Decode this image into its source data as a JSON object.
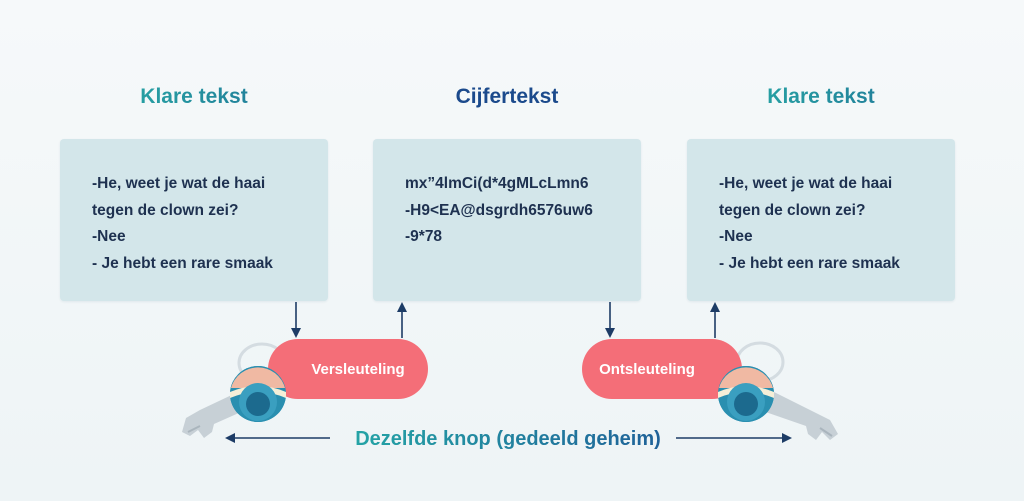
{
  "left": {
    "heading": "Klare tekst",
    "lines": [
      "-He, weet je wat de haai",
      "tegen de clown zei?",
      "-Nee",
      "- Je hebt een rare smaak"
    ]
  },
  "middle": {
    "heading": "Cijfertekst",
    "lines": [
      "mx”4lmCi(d*4gMLcLmn6",
      "-H9<EA@dsgrdh6576uw6",
      "-9*78"
    ]
  },
  "right": {
    "heading": "Klare tekst",
    "lines": [
      "-He, weet je wat de haai",
      "tegen de clown zei?",
      "-Nee",
      "- Je hebt een rare smaak"
    ]
  },
  "encrypt_label": "Versleuteling",
  "decrypt_label": "Ontsleuteling",
  "shared_key_label": "Dezelfde knop (gedeeld geheim)",
  "colors": {
    "box": "#d3e6ea",
    "pill": "#f46e78",
    "text_dark": "#1e3150",
    "arrow": "#1d3c66",
    "teal": "#2ab3a8",
    "key_metal": "#c7d0d6"
  },
  "icons": [
    "key-icon",
    "key-icon"
  ]
}
